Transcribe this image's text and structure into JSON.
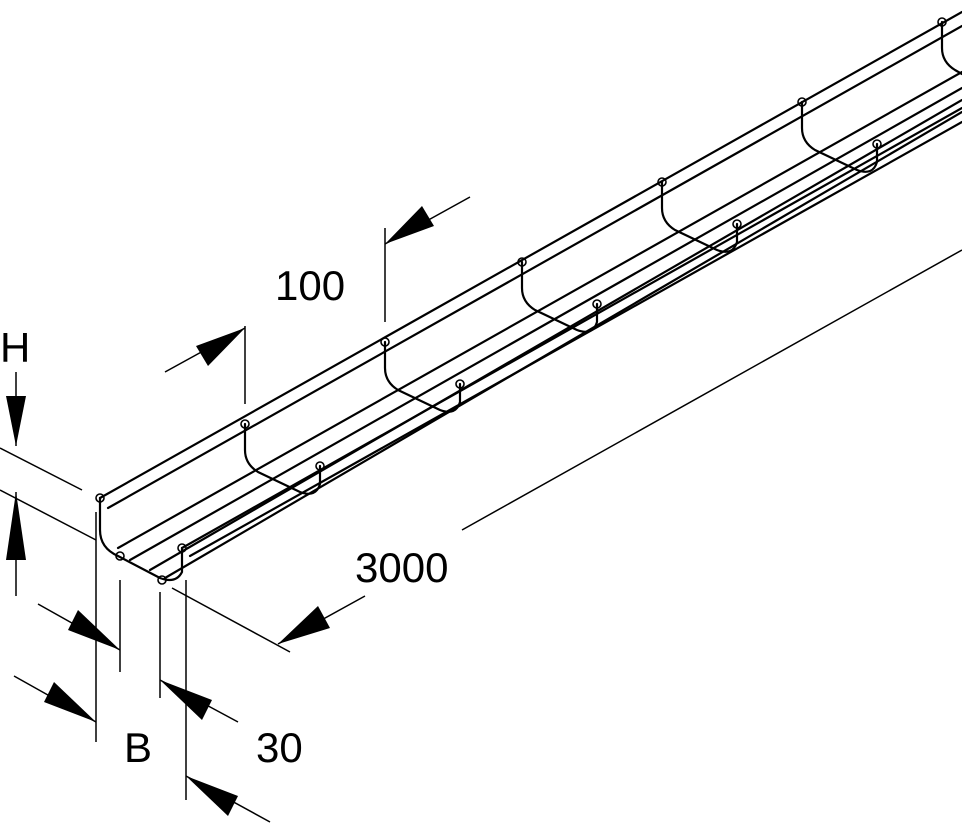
{
  "labels": {
    "pitch": "100",
    "length": "3000",
    "height": "H",
    "width": "B",
    "wire_spacing": "30"
  },
  "colors": {
    "background": "#ffffff",
    "line": "#000000"
  }
}
